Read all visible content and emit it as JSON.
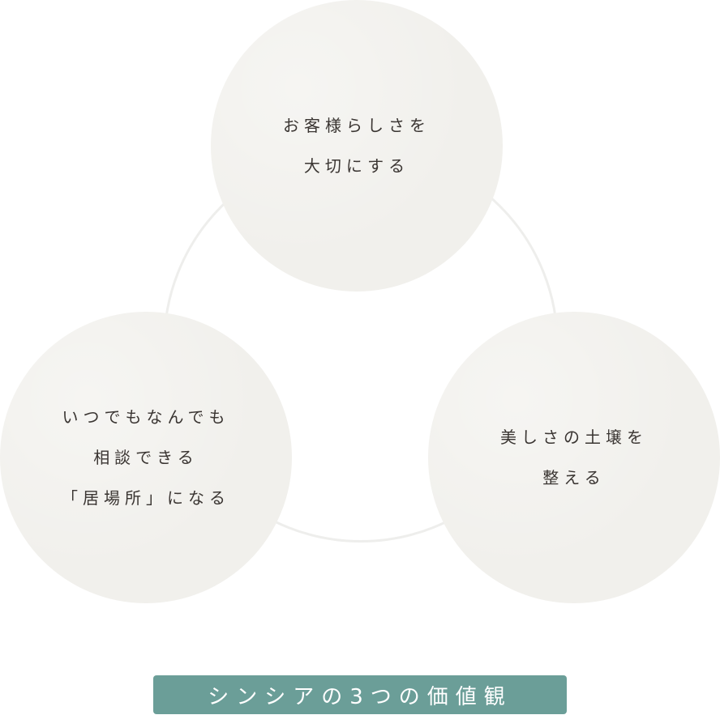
{
  "values": [
    {
      "lines": [
        "お客様らしさを",
        "大切にする"
      ]
    },
    {
      "lines": [
        "いつでもなんでも",
        "相談できる",
        "「居場所」になる"
      ]
    },
    {
      "lines": [
        "美しさの土壌を",
        "整える"
      ]
    }
  ],
  "banner": {
    "title": "シンシアの3つの価値観"
  },
  "colors": {
    "banner": "#6b9e98",
    "circle": "#f1f0ec",
    "text": "#3a3532"
  }
}
